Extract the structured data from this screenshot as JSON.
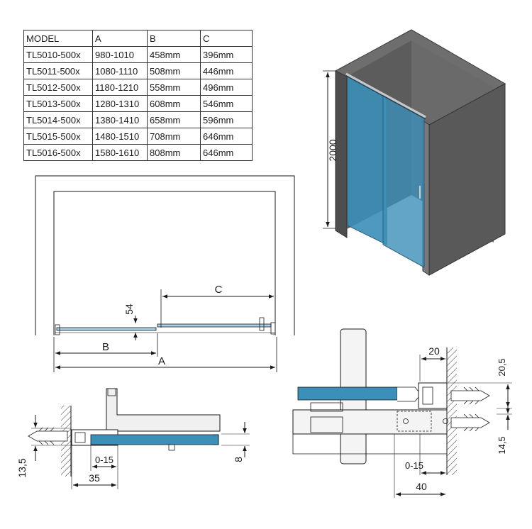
{
  "table": {
    "headers": [
      "MODEL",
      "A",
      "B",
      "C"
    ],
    "rows": [
      [
        "TL5010-500x",
        "980-1010",
        "458mm",
        "396mm"
      ],
      [
        "TL5011-500x",
        "1080-1110",
        "508mm",
        "446mm"
      ],
      [
        "TL5012-500x",
        "1180-1210",
        "558mm",
        "496mm"
      ],
      [
        "TL5013-500x",
        "1280-1310",
        "608mm",
        "546mm"
      ],
      [
        "TL5014-500x",
        "1380-1410",
        "658mm",
        "596mm"
      ],
      [
        "TL5015-500x",
        "1480-1510",
        "708mm",
        "646mm"
      ],
      [
        "TL5016-500x",
        "1580-1610",
        "808mm",
        "646mm"
      ]
    ]
  },
  "iso_view": {
    "height_label": "2000"
  },
  "plan_view": {
    "label_a": "A",
    "label_b": "B",
    "label_c": "C",
    "label_54": "54"
  },
  "detail_left": {
    "label_13_5": "13,5",
    "label_0_15": "0-15",
    "label_35": "35",
    "label_8": "8"
  },
  "detail_right": {
    "label_20": "20",
    "label_20_5": "20,5",
    "label_14_5": "14,5",
    "label_0_15": "0-15",
    "label_40": "40"
  },
  "colors": {
    "glass": "#3b8fb8",
    "wall": "#555555",
    "frame": "#888888"
  }
}
